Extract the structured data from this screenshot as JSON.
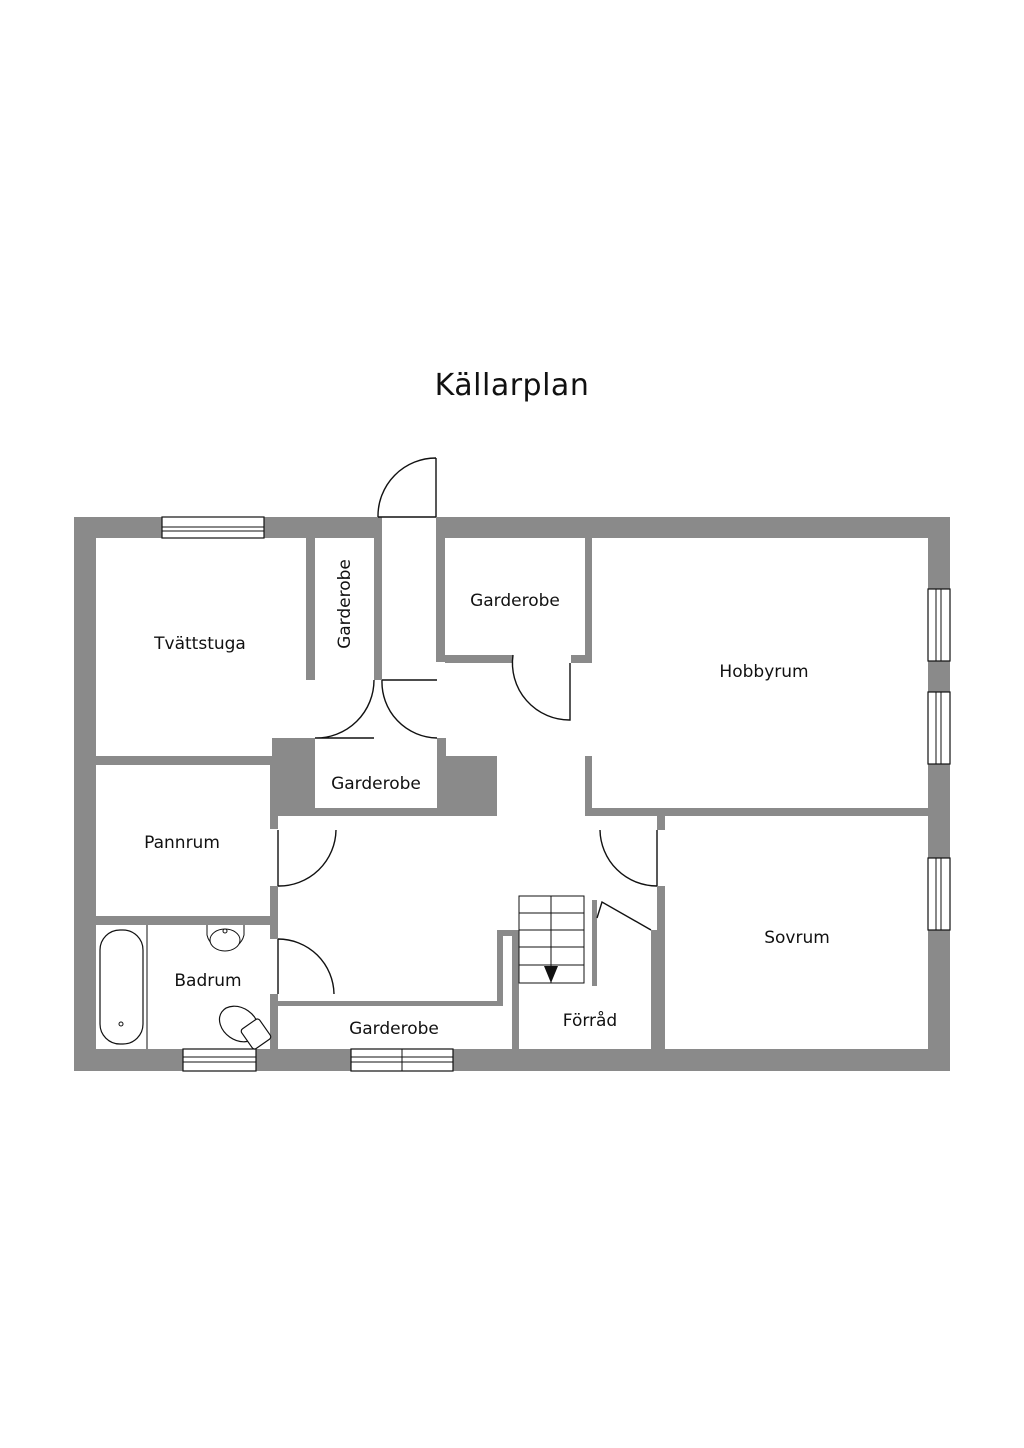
{
  "plan": {
    "title": "Källarplan",
    "rooms": {
      "tvattstuga": "Tvättstuga",
      "garderobe_vertical": "Garderobe",
      "garderobe_top": "Garderobe",
      "hobbyrum": "Hobbyrum",
      "garderobe_middle": "Garderobe",
      "pannrum": "Pannrum",
      "badrum": "Badrum",
      "garderobe_bottom": "Garderobe",
      "forrad": "Förråd",
      "sovrum": "Sovrum"
    },
    "wall_color": "#8a8a8a",
    "line_color": "#111111",
    "icons": [
      "door-swing-icon",
      "window-icon",
      "stairs-icon",
      "bathtub-icon",
      "sink-icon",
      "toilet-icon"
    ]
  }
}
